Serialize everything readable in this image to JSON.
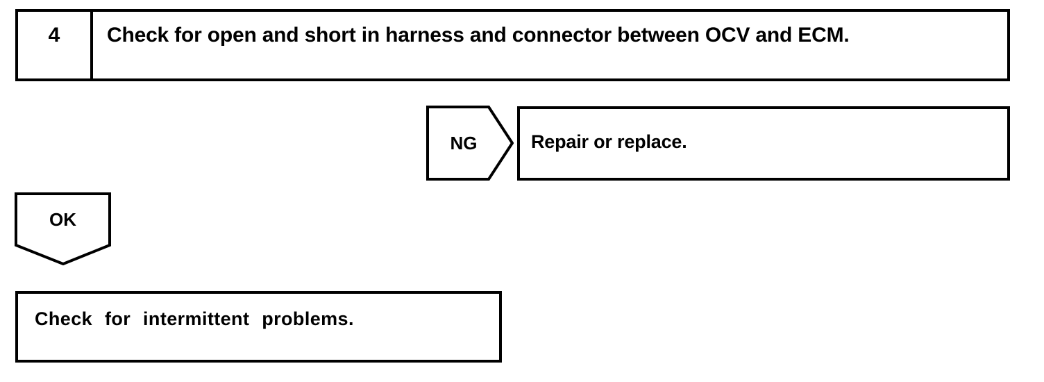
{
  "diagram": {
    "type": "troubleshooting-flowchart",
    "step": {
      "number": "4",
      "title": "Check for open and short in harness and connector between OCV and ECM."
    },
    "branches": [
      {
        "label": "NG",
        "direction": "right",
        "result": "Repair or replace."
      },
      {
        "label": "OK",
        "direction": "down",
        "result": "Check for intermittent problems."
      }
    ],
    "ng_branch": {
      "label": "NG",
      "result": "Repair or replace."
    },
    "ok_branch": {
      "label": "OK",
      "result": "Check for intermittent problems."
    },
    "colors": {
      "ink": "#000000",
      "paper": "#ffffff"
    }
  }
}
